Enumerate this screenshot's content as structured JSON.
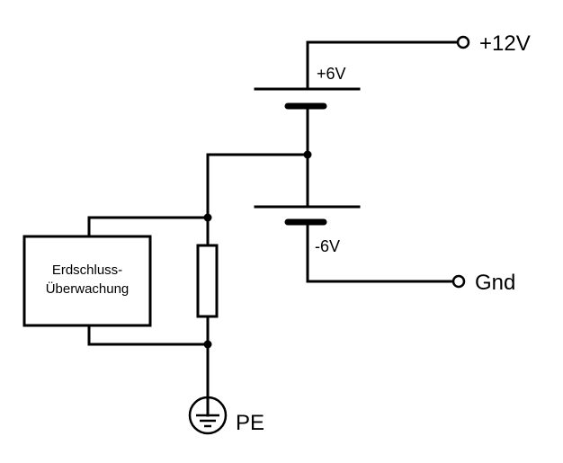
{
  "diagram": {
    "type": "circuit-schematic",
    "labels": {
      "plus12v": "+12V",
      "plus6v": "+6V",
      "minus6v": "-6V",
      "gnd": "Gnd",
      "pe": "PE",
      "monitor_line1": "Erdschluss-",
      "monitor_line2": "Überwachung"
    },
    "components": [
      {
        "id": "battery-upper",
        "kind": "battery-cell"
      },
      {
        "id": "battery-lower",
        "kind": "battery-cell"
      },
      {
        "id": "resistor",
        "kind": "resistor"
      },
      {
        "id": "ground-fault-monitor",
        "kind": "block"
      },
      {
        "id": "protective-earth",
        "kind": "earth-symbol"
      },
      {
        "id": "terminal-plus12v",
        "kind": "terminal"
      },
      {
        "id": "terminal-gnd",
        "kind": "terminal"
      }
    ],
    "colors": {
      "line": "#000000",
      "background": "#ffffff"
    }
  }
}
